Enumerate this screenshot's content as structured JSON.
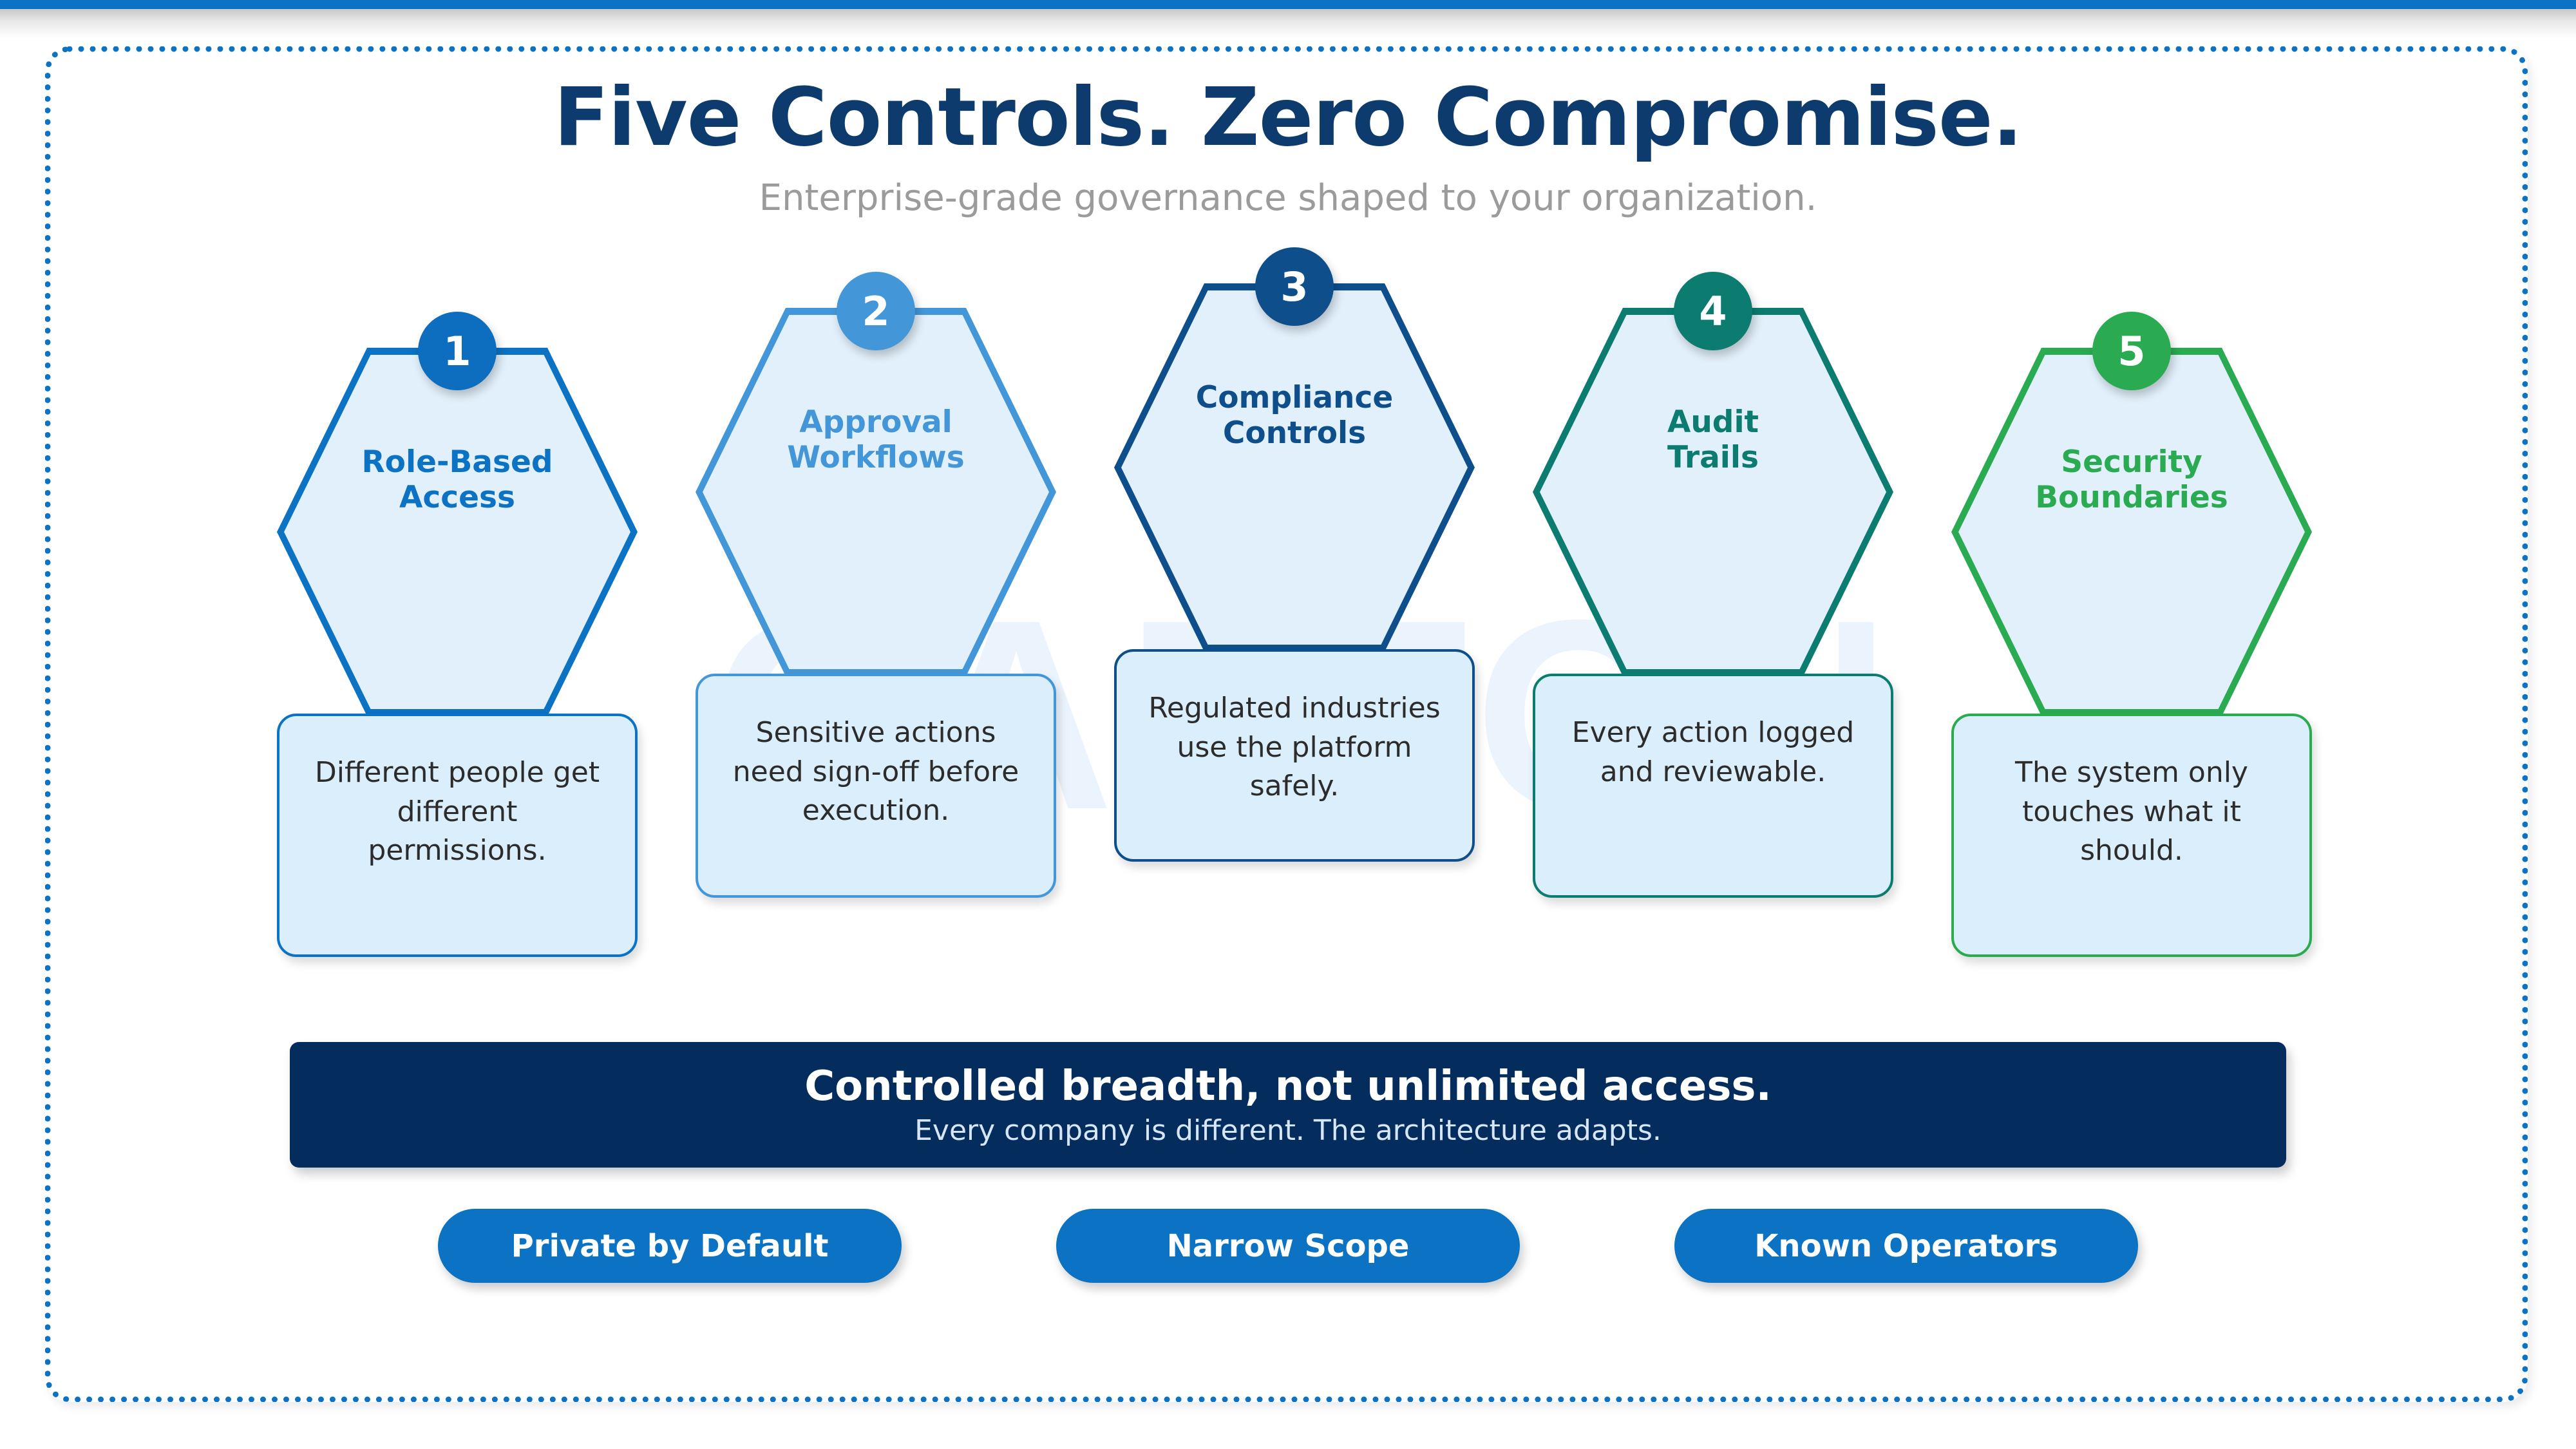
{
  "top_bar": {
    "color": "#0b72c4"
  },
  "frame": {
    "border_color": "#0b72c4",
    "style": "dotted"
  },
  "watermark": {
    "text": "CAZTON"
  },
  "header": {
    "title": "Five Controls. Zero Compromise.",
    "subtitle": "Enterprise-grade governance shaped to your organization.",
    "title_color": "#0d3b6e",
    "subtitle_color": "#9b9b9b"
  },
  "controls": [
    {
      "number": "1",
      "title": "Role-Based\nAccess",
      "title_line1": "Role-Based",
      "title_line2": "Access",
      "description": "Different people get different permissions.",
      "accent": "#0b72c4",
      "badge_color": "#0d6dbf"
    },
    {
      "number": "2",
      "title": "Approval\nWorkflows",
      "title_line1": "Approval",
      "title_line2": "Workflows",
      "description": "Sensitive actions need sign-off before execution.",
      "accent": "#4397d8",
      "badge_color": "#4397d8"
    },
    {
      "number": "3",
      "title": "Compliance\nControls",
      "title_line1": "Compliance",
      "title_line2": "Controls",
      "description": "Regulated industries use the platform safely.",
      "accent": "#0d4e8b",
      "badge_color": "#0d4e8b"
    },
    {
      "number": "4",
      "title": "Audit\nTrails",
      "title_line1": "Audit",
      "title_line2": "Trails",
      "description": "Every action logged and reviewable.",
      "accent": "#0c7c70",
      "badge_color": "#0c7c70"
    },
    {
      "number": "5",
      "title": "Security\nBoundaries",
      "title_line1": "Security",
      "title_line2": "Boundaries",
      "description": "The system only touches what it should.",
      "accent": "#2bab51",
      "badge_color": "#2bab51"
    }
  ],
  "banner": {
    "title": "Controlled breadth, not unlimited access.",
    "subtitle": "Every company is different. The architecture adapts.",
    "background": "#042d5e"
  },
  "pills": [
    {
      "label": "Private by Default",
      "color": "#0b72c4"
    },
    {
      "label": "Narrow Scope",
      "color": "#0b72c4"
    },
    {
      "label": "Known Operators",
      "color": "#0b72c4"
    }
  ]
}
